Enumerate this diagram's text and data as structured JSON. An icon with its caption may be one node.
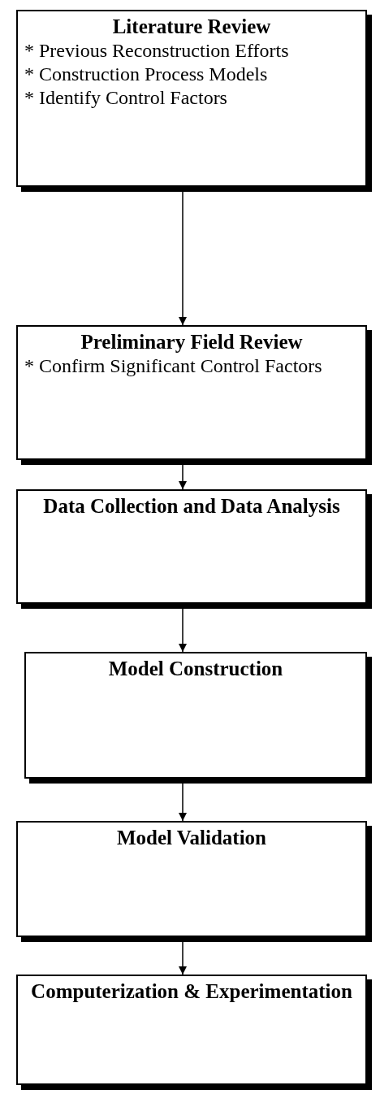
{
  "diagram": {
    "nodes": [
      {
        "text": [
          "Literature Review",
          "* Previous Reconstruction Efforts",
          "* Construction Process Models",
          "* Identify Control Factors"
        ]
      },
      {
        "text": [
          "Preliminary Field Review",
          "* Confirm Significant Control Factors"
        ]
      },
      {
        "text": [
          "Data Collection and Data Analysis"
        ]
      },
      {
        "text": [
          "Model Construction"
        ]
      },
      {
        "text": [
          "Model Validation"
        ]
      },
      {
        "text": [
          "Computerization & Experimentation"
        ]
      }
    ],
    "edges": [
      {
        "from": 0,
        "to": 1,
        "arrow": "to"
      },
      {
        "from": 1,
        "to": 2,
        "arrow": "to"
      },
      {
        "from": 2,
        "to": 3,
        "arrow": "to"
      },
      {
        "from": 3,
        "to": 4,
        "arrow": "to"
      },
      {
        "from": 4,
        "to": 5,
        "arrow": "to"
      }
    ]
  }
}
